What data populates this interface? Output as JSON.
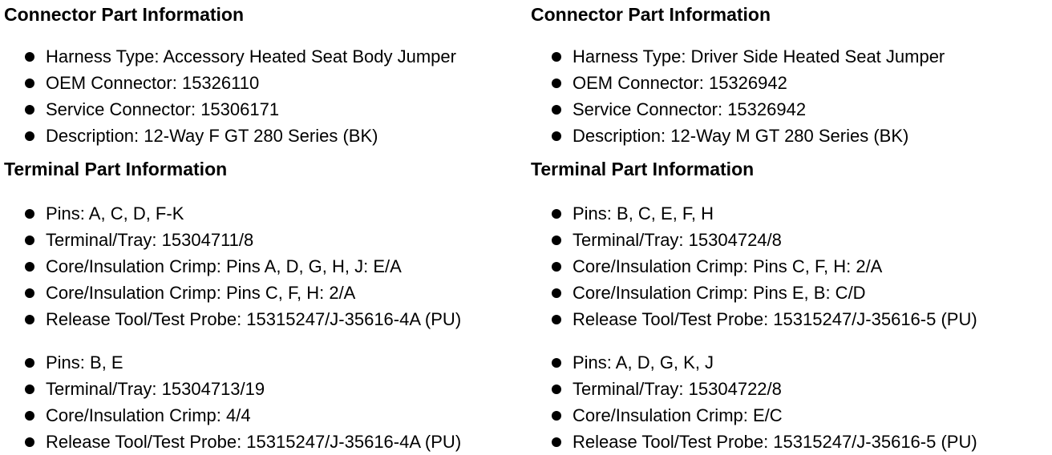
{
  "colors": {
    "text": "#000000",
    "background": "#ffffff",
    "bullet": "#000000"
  },
  "columns": [
    {
      "connector_heading": "Connector Part Information",
      "connector_items": [
        "Harness Type: Accessory Heated Seat Body Jumper",
        "OEM Connector: 15326110",
        "Service Connector: 15306171",
        "Description: 12-Way F GT 280 Series (BK)"
      ],
      "terminal_heading": "Terminal Part Information",
      "terminal_group_1": [
        "Pins: A, C, D, F-K",
        "Terminal/Tray: 15304711/8",
        "Core/Insulation Crimp: Pins A, D, G, H, J: E/A",
        "Core/Insulation Crimp: Pins C, F, H: 2/A",
        "Release Tool/Test Probe: 15315247/J-35616-4A (PU)"
      ],
      "terminal_group_2": [
        "Pins: B, E",
        "Terminal/Tray: 15304713/19",
        "Core/Insulation Crimp: 4/4",
        "Release Tool/Test Probe: 15315247/J-35616-4A (PU)"
      ]
    },
    {
      "connector_heading": "Connector Part Information",
      "connector_items": [
        "Harness Type: Driver Side Heated Seat Jumper",
        "OEM Connector: 15326942",
        "Service Connector: 15326942",
        "Description: 12-Way M GT 280 Series (BK)"
      ],
      "terminal_heading": "Terminal Part Information",
      "terminal_group_1": [
        "Pins: B, C, E, F, H",
        "Terminal/Tray: 15304724/8",
        "Core/Insulation Crimp: Pins C, F, H: 2/A",
        "Core/Insulation Crimp: Pins E, B: C/D",
        "Release Tool/Test Probe: 15315247/J-35616-5 (PU)"
      ],
      "terminal_group_2": [
        "Pins: A, D, G, K, J",
        "Terminal/Tray: 15304722/8",
        "Core/Insulation Crimp: E/C",
        "Release Tool/Test Probe: 15315247/J-35616-5 (PU)"
      ]
    }
  ]
}
